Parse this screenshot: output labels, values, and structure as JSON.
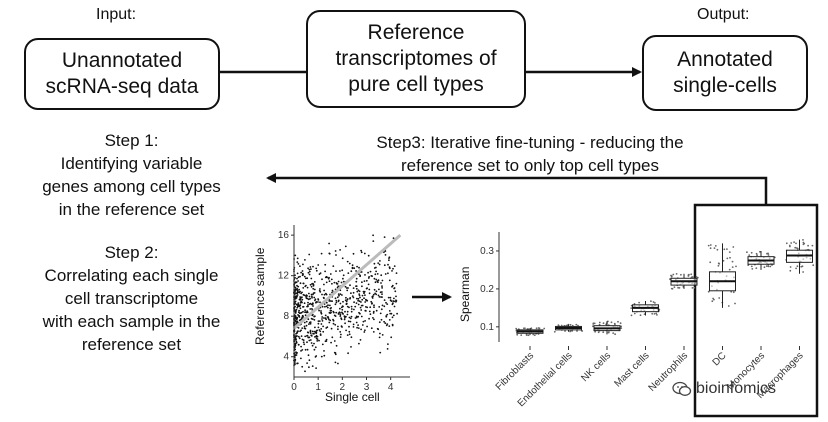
{
  "labels": {
    "input": "Input:",
    "output": "Output:"
  },
  "boxes": {
    "input": "Unannotated\nscRNA-seq data",
    "reference": "Reference\ntranscriptomes of\npure cell types",
    "output": "Annotated\nsingle-cells"
  },
  "steps": {
    "step1": "Step 1:\nIdentifying variable\ngenes among cell types\nin the reference set",
    "step2": "Step 2:\nCorrelating each single\ncell transcriptome\nwith each sample in the\nreference set",
    "step3": "Step3: Iterative fine-tuning - reducing the\nreference set to only top cell types"
  },
  "chart_data": [
    {
      "type": "scatter",
      "xlabel": "Single cell",
      "ylabel": "Reference sample",
      "xticks": [
        "0",
        "1",
        "2",
        "3",
        "4"
      ],
      "yticks": [
        "4",
        "8",
        "12",
        "16"
      ],
      "xlim": [
        0,
        4.8
      ],
      "ylim": [
        2,
        17
      ],
      "trend": {
        "x": [
          0,
          4.4
        ],
        "y": [
          6.8,
          16
        ]
      }
    },
    {
      "type": "box",
      "ylabel": "Spearman",
      "yticks": [
        "0.1",
        "0.2",
        "0.3"
      ],
      "ylim": [
        0.06,
        0.35
      ],
      "categories": [
        "Fibroblasts",
        "Endothelial cells",
        "NK cells",
        "Mast cells",
        "Neutrophils",
        "DC",
        "Monocytes",
        "Macrophages"
      ],
      "boxes": [
        {
          "q1": 0.083,
          "median": 0.088,
          "q3": 0.092,
          "low": 0.078,
          "high": 0.097
        },
        {
          "q1": 0.092,
          "median": 0.097,
          "q3": 0.101,
          "low": 0.087,
          "high": 0.106
        },
        {
          "q1": 0.09,
          "median": 0.096,
          "q3": 0.103,
          "low": 0.08,
          "high": 0.115
        },
        {
          "q1": 0.14,
          "median": 0.15,
          "q3": 0.158,
          "low": 0.13,
          "high": 0.168
        },
        {
          "q1": 0.21,
          "median": 0.22,
          "q3": 0.228,
          "low": 0.2,
          "high": 0.24
        },
        {
          "q1": 0.195,
          "median": 0.22,
          "q3": 0.245,
          "low": 0.15,
          "high": 0.32
        },
        {
          "q1": 0.265,
          "median": 0.275,
          "q3": 0.285,
          "low": 0.25,
          "high": 0.3
        },
        {
          "q1": 0.27,
          "median": 0.288,
          "q3": 0.302,
          "low": 0.24,
          "high": 0.33
        }
      ]
    }
  ],
  "watermark": "bioinfomics"
}
